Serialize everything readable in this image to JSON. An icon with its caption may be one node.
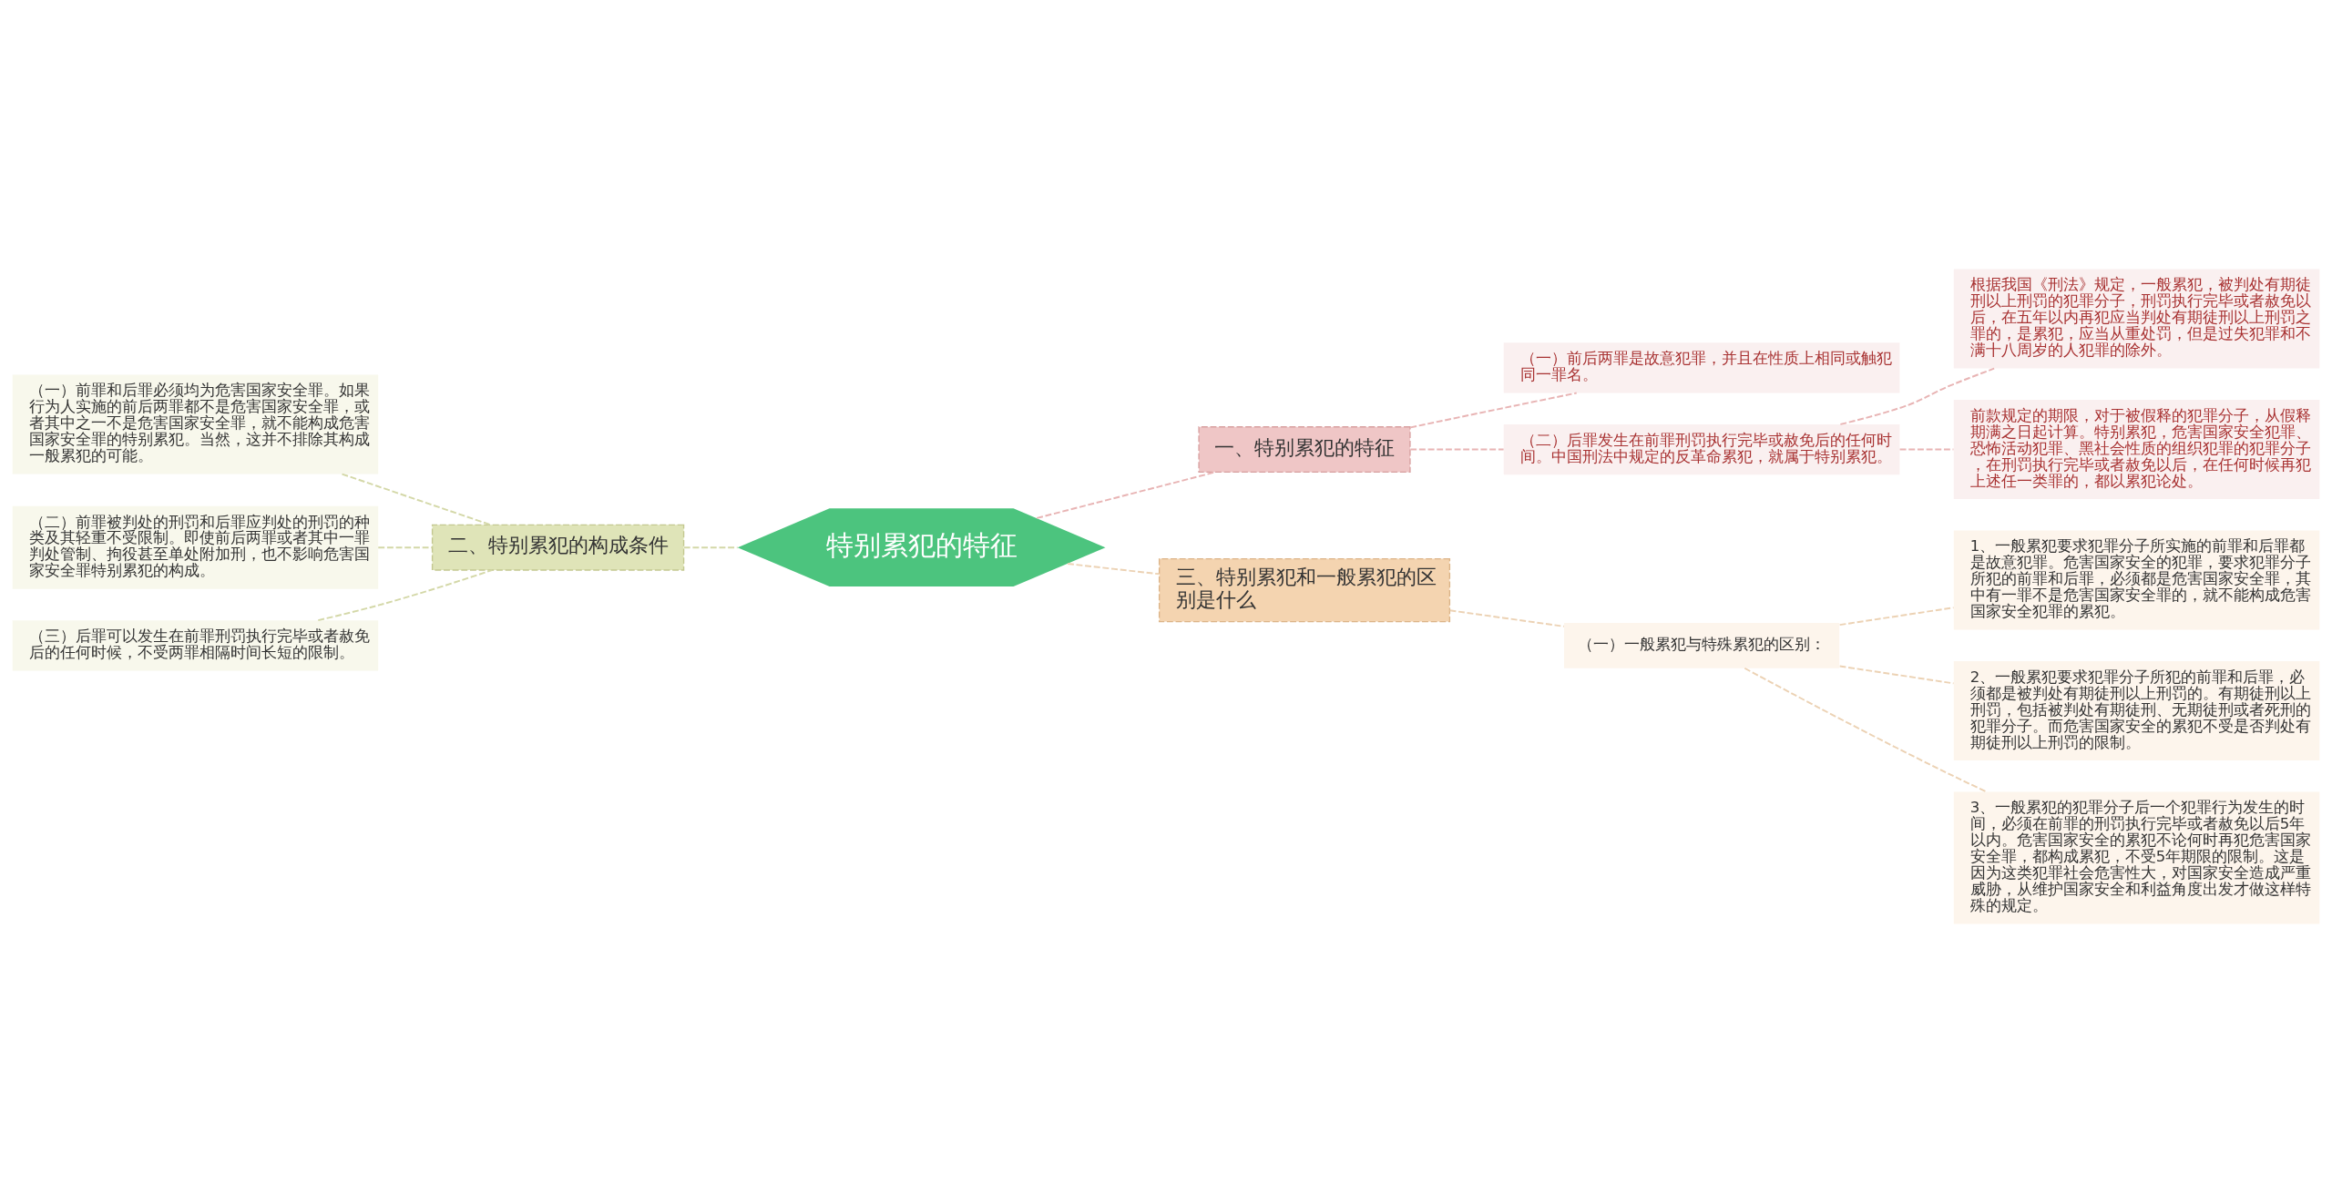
{
  "diagram": {
    "nodes": [
      {
        "text": [
          "特别累犯的特征"
        ]
      },
      {
        "text": [
          "一、特别累犯的特征"
        ]
      },
      {
        "text": [
          "（一）前后两罪是故意犯罪，并且在性质上相同或触犯同一罪名。"
        ]
      },
      {
        "text": [
          "（二）后罪发生在前罪刑罚执行完毕或赦免后的任何时间。中国刑法中规定的反革命累犯，就属于特别累犯。"
        ]
      },
      {
        "text": [
          "根据我国《刑法》规定，一般累犯，被判处有期徒刑以上刑罚的犯罪分子，刑罚执行完毕或者赦免以后，在五年以内再犯应当判处有期徒刑以上刑罚之罪的，是累犯，应当从重处罚，但是过失犯罪和不满十八周岁的人犯罪的除外。"
        ]
      },
      {
        "text": [
          "前款规定的期限，对于被假释的犯罪分子，从假释期满之日起计算。特别累犯，危害国家安全犯罪、恐怖活动犯罪、黑社会性质的组织犯罪的犯罪分子，在刑罚执行完毕或者赦免以后，在任何时候再犯上述任一类罪的，都以累犯论处。"
        ]
      },
      {
        "text": [
          "三、特别累犯和一般累犯的区别是什么"
        ]
      },
      {
        "text": [
          "（一）一般累犯与特殊累犯的区别："
        ]
      },
      {
        "text": [
          "1、一般累犯要求犯罪分子所实施的前罪和后罪都是故意犯罪。危害国家安全的犯罪，要求犯罪分子所犯的前罪和后罪，必须都是危害国家安全罪，其中有一罪不是危害国家安全罪的，就不能构成危害国家安全犯罪的累犯。"
        ]
      },
      {
        "text": [
          "2、一般累犯要求犯罪分子所犯的前罪和后罪，必须都是被判处有期徒刑以上刑罚的。有期徒刑以上刑罚，包括被判处有期徒刑、无期徒刑或者死刑的犯罪分子。而危害国家安全的累犯不受是否判处有期徒刑以上刑罚的限制。"
        ]
      },
      {
        "text": [
          "3、一般累犯的犯罪分子后一个犯罪行为发生的时间，必须在前罪的刑罚执行完毕或者赦免以后5年以内。危害国家安全的累犯不论何时再犯危害国家安全罪，都构成累犯，不受5年期限的限制。这是因为这类犯罪社会危害性大，对国家安全造成严重威胁，从维护国家安全和利益角度出发才做这样特殊的规定。"
        ]
      },
      {
        "text": [
          "二、特别累犯的构成条件"
        ]
      },
      {
        "text": [
          "（一）前罪和后罪必须均为危害国家安全罪。如果行为人实施的前后两罪都不是危害国家安全罪，或者其中之一不是危害国家安全罪，就不能构成危害国家安全罪的特别累犯。当然，这并不排除其构成一般累犯的可能。"
        ]
      },
      {
        "text": [
          "（二）前罪被判处的刑罚和后罪应判处的刑罚的种类及其轻重不受限制。即使前后两罪或者其中一罪判处管制、拘役甚至单处附加刑，也不影响危害国家安全罪特别累犯的构成。"
        ]
      },
      {
        "text": [
          "（三）后罪可以发生在前罪刑罚执行完毕或者赦免后的任何时候，不受两罪相隔时间长短的限制。"
        ]
      }
    ],
    "edges": [
      {
        "from": 0,
        "to": 1,
        "arrow": "none",
        "style": "dashed",
        "color": "#e8b4b4"
      },
      {
        "from": 1,
        "to": 2,
        "arrow": "none",
        "style": "dashed",
        "color": "#e8b4b4"
      },
      {
        "from": 1,
        "to": 3,
        "arrow": "none",
        "style": "dashed",
        "color": "#e8b4b4"
      },
      {
        "from": 3,
        "to": 4,
        "arrow": "none",
        "style": "dashed",
        "color": "#e8b4b4"
      },
      {
        "from": 3,
        "to": 5,
        "arrow": "none",
        "style": "dashed",
        "color": "#e8b4b4"
      },
      {
        "from": 0,
        "to": 6,
        "arrow": "none",
        "style": "dashed",
        "color": "#ecd2b4"
      },
      {
        "from": 6,
        "to": 7,
        "arrow": "none",
        "style": "dashed",
        "color": "#ecd2b4"
      },
      {
        "from": 7,
        "to": 8,
        "arrow": "none",
        "style": "dashed",
        "color": "#ecd2b4"
      },
      {
        "from": 7,
        "to": 9,
        "arrow": "none",
        "style": "dashed",
        "color": "#ecd2b4"
      },
      {
        "from": 7,
        "to": 10,
        "arrow": "none",
        "style": "dashed",
        "color": "#ecd2b4"
      },
      {
        "from": 0,
        "to": 11,
        "arrow": "none",
        "style": "dashed",
        "color": "#d4d8a8"
      },
      {
        "from": 11,
        "to": 12,
        "arrow": "none",
        "style": "dashed",
        "color": "#d4d8a8"
      },
      {
        "from": 11,
        "to": 13,
        "arrow": "none",
        "style": "dashed",
        "color": "#d4d8a8"
      },
      {
        "from": 11,
        "to": 14,
        "arrow": "none",
        "style": "dashed",
        "color": "#d4d8a8"
      }
    ]
  }
}
